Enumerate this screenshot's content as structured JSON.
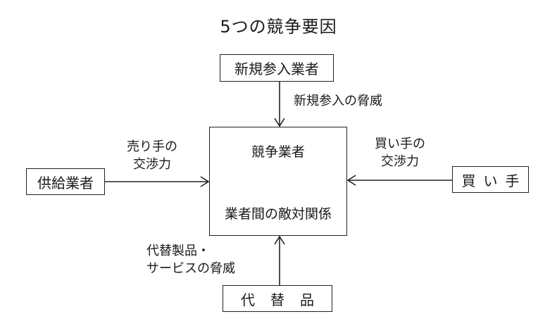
{
  "title": "5つの競争要因",
  "nodes": {
    "new_entrants": "新規参入業者",
    "suppliers": "供給業者",
    "buyers": "買い手",
    "substitutes": "代替品",
    "competitors": "競争業者",
    "rivalry": "業者間の敵対関係"
  },
  "edges": {
    "new_entrants_threat": "新規参入の脅威",
    "seller_power": [
      "売り手の",
      "交渉力"
    ],
    "buyer_power": [
      "買い手の",
      "交渉力"
    ],
    "substitutes_threat": [
      "代替製品・",
      "サービスの脅威"
    ]
  }
}
